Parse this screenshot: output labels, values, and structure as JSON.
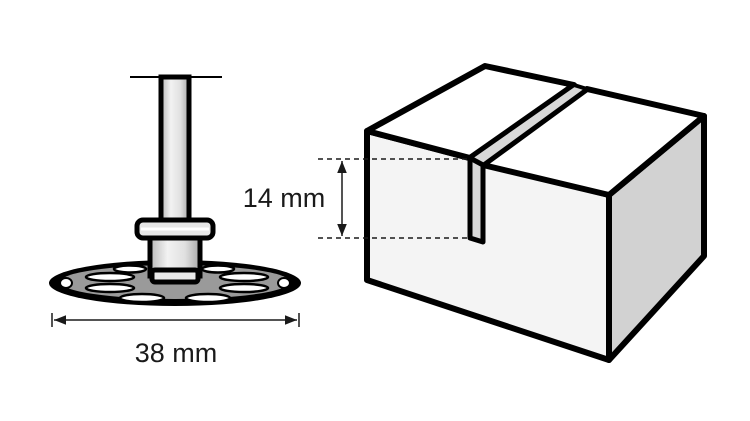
{
  "diagram": {
    "tool": {
      "name": "cutting-wheel-on-mandrel",
      "diameter_label": "38 mm"
    },
    "workpiece": {
      "name": "cut-block",
      "depth_label": "14 mm"
    },
    "colors": {
      "outline": "#000000",
      "face_light": "#f4f4f4",
      "face_top": "#ffffff",
      "face_side": "#d2d2d2",
      "groove": "#d9d9d9",
      "disc": "#9a9a9a",
      "dim_line": "#1a1a1a"
    }
  }
}
